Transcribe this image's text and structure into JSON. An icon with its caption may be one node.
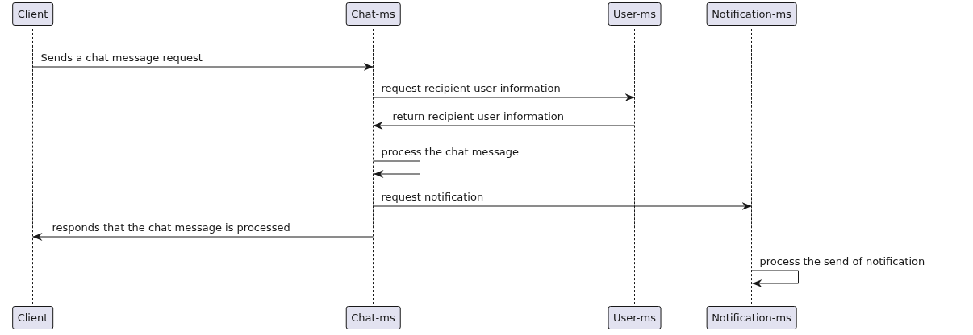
{
  "diagram": {
    "nodes": [
      {
        "text": [
          "Client"
        ]
      },
      {
        "text": [
          "Chat-ms"
        ]
      },
      {
        "text": [
          "User-ms"
        ]
      },
      {
        "text": [
          "Notification-ms"
        ]
      },
      {
        "text": [],
        "shape": "line"
      },
      {
        "text": [],
        "shape": "line"
      },
      {
        "text": [],
        "shape": "line"
      },
      {
        "text": [],
        "shape": "line"
      },
      {
        "text": [
          "Client"
        ]
      },
      {
        "text": [
          "Chat-ms"
        ]
      },
      {
        "text": [
          "User-ms"
        ]
      },
      {
        "text": [
          "Notification-ms"
        ]
      }
    ],
    "edges": [
      {
        "from": 4,
        "to": 5,
        "arrow": "to",
        "label": "Sends a chat message request"
      },
      {
        "from": 5,
        "to": 6,
        "arrow": "to",
        "label": "request recipient user information"
      },
      {
        "from": 6,
        "to": 5,
        "arrow": "to",
        "label": "return recipient user information"
      },
      {
        "from": 5,
        "to": 5,
        "arrow": "to",
        "label": "process the chat message"
      },
      {
        "from": 5,
        "to": 7,
        "arrow": "to",
        "label": "request notification"
      },
      {
        "from": 5,
        "to": 4,
        "arrow": "to",
        "label": "responds that the chat message is processed"
      },
      {
        "from": 7,
        "to": 7,
        "arrow": "to",
        "label": "process the send of notification"
      }
    ]
  }
}
